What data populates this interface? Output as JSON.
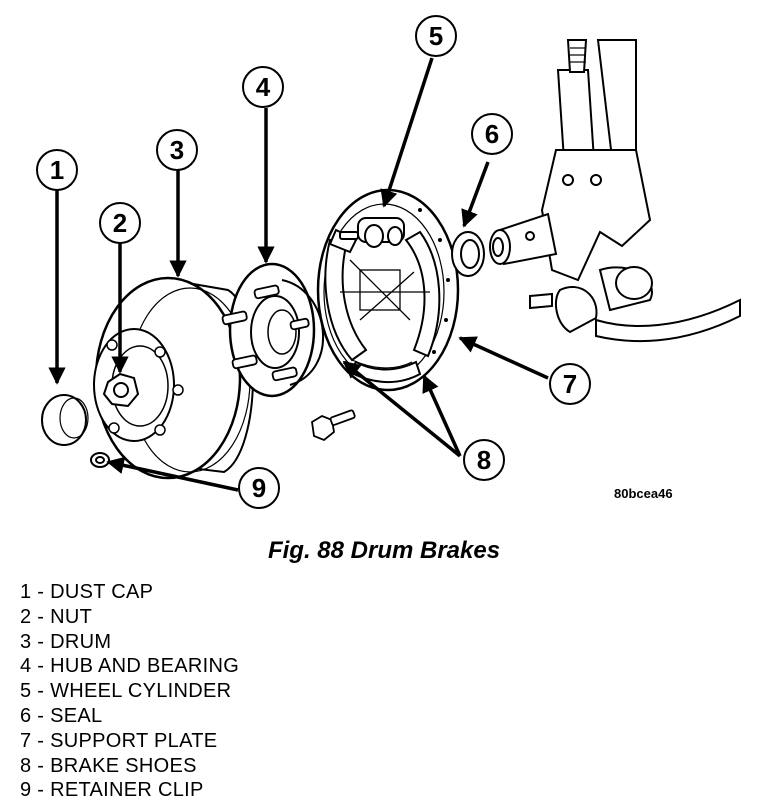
{
  "figure": {
    "code": "80bcea46",
    "title": "Fig. 88 Drum Brakes"
  },
  "callouts": [
    "1",
    "2",
    "3",
    "4",
    "5",
    "6",
    "7",
    "8",
    "9"
  ],
  "legend": [
    "1 - DUST CAP",
    "2 - NUT",
    "3 - DRUM",
    "4 - HUB AND BEARING",
    "5 - WHEEL CYLINDER",
    "6 - SEAL",
    "7 - SUPPORT PLATE",
    "8 - BRAKE SHOES",
    "9 - RETAINER CLIP"
  ]
}
